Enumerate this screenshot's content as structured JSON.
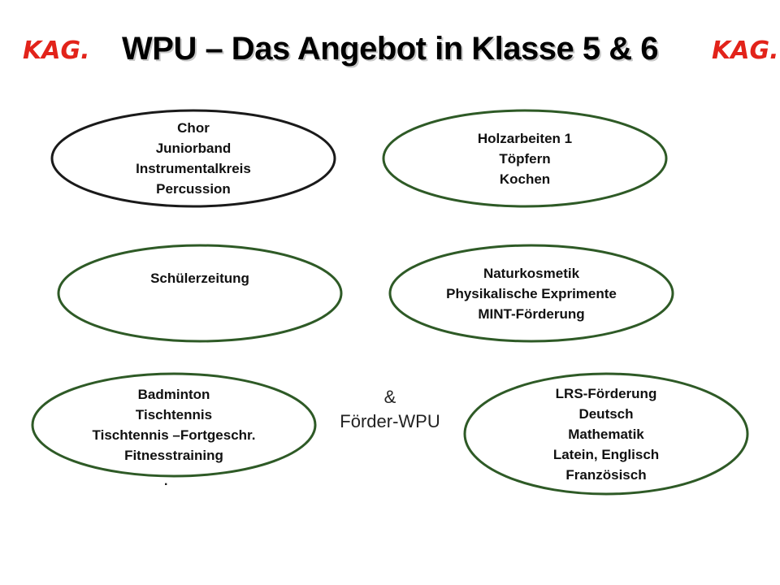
{
  "title": "WPU – Das Angebot in Klasse 5 & 6",
  "logo_text": "KAG.",
  "colors": {
    "dark_outline": "#1a1a1a",
    "green_outline": "#2e5a26",
    "logo_red": "#e2231a"
  },
  "ovals": [
    {
      "name": "music",
      "lines": [
        "Chor",
        "Juniorband",
        "Instrumentalkreis",
        "Percussion"
      ]
    },
    {
      "name": "crafts",
      "lines": [
        "Holzarbeiten 1",
        "Töpfern",
        "Kochen"
      ]
    },
    {
      "name": "newspaper",
      "lines": [
        "Schülerzeitung"
      ]
    },
    {
      "name": "science",
      "lines": [
        "Naturkosmetik",
        "Physikalische Exprimente",
        "MINT-Förderung"
      ]
    },
    {
      "name": "sports",
      "lines": [
        "Badminton",
        "Tischtennis",
        "Tischtennis –Fortgeschr.",
        "Fitnesstraining"
      ]
    },
    {
      "name": "support",
      "lines": [
        "LRS-Förderung",
        "Deutsch",
        "Mathematik",
        "Latein, Englisch",
        "Französisch"
      ]
    }
  ],
  "stray_dot": ".",
  "ampersand": "&",
  "foerder_label": "Förder-WPU"
}
